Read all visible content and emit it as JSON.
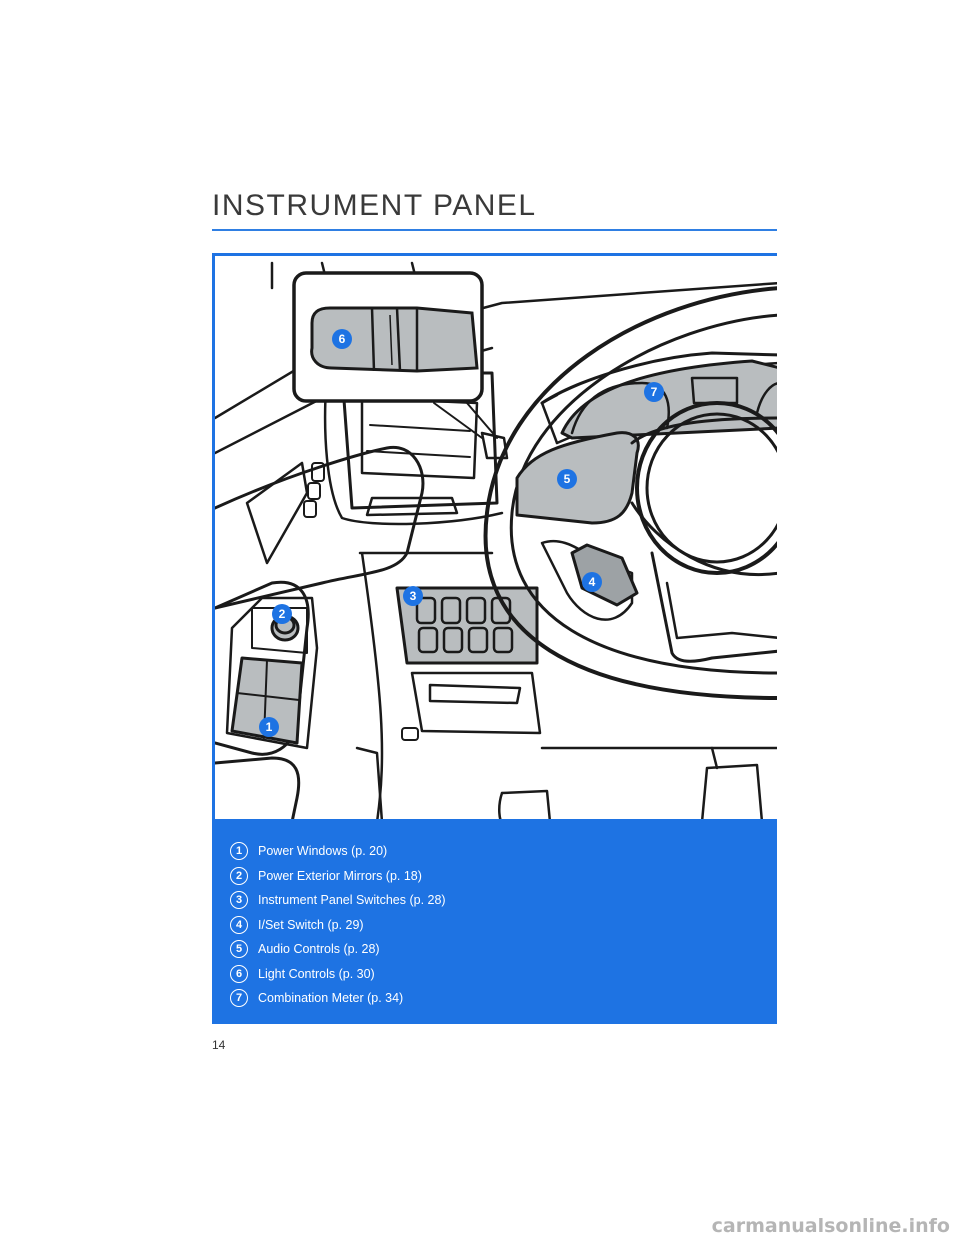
{
  "header": {
    "title": "INSTRUMENT PANEL"
  },
  "callouts": [
    {
      "number": "1",
      "label": "Power Windows (p. 20)"
    },
    {
      "number": "2",
      "label": "Power Exterior Mirrors (p. 18)"
    },
    {
      "number": "3",
      "label": "Instrument Panel Switches (p. 28)"
    },
    {
      "number": "4",
      "label": "I/Set Switch (p. 29)"
    },
    {
      "number": "5",
      "label": "Audio Controls (p. 28)"
    },
    {
      "number": "6",
      "label": "Light Controls (p. 30)"
    },
    {
      "number": "7",
      "label": "Combination Meter (p. 34)"
    }
  ],
  "footer": {
    "page_number": "14",
    "watermark": "carmanualsonline.info"
  },
  "colors": {
    "accent": "#1e73e3",
    "highlight_gray": "#b9bdbf"
  }
}
